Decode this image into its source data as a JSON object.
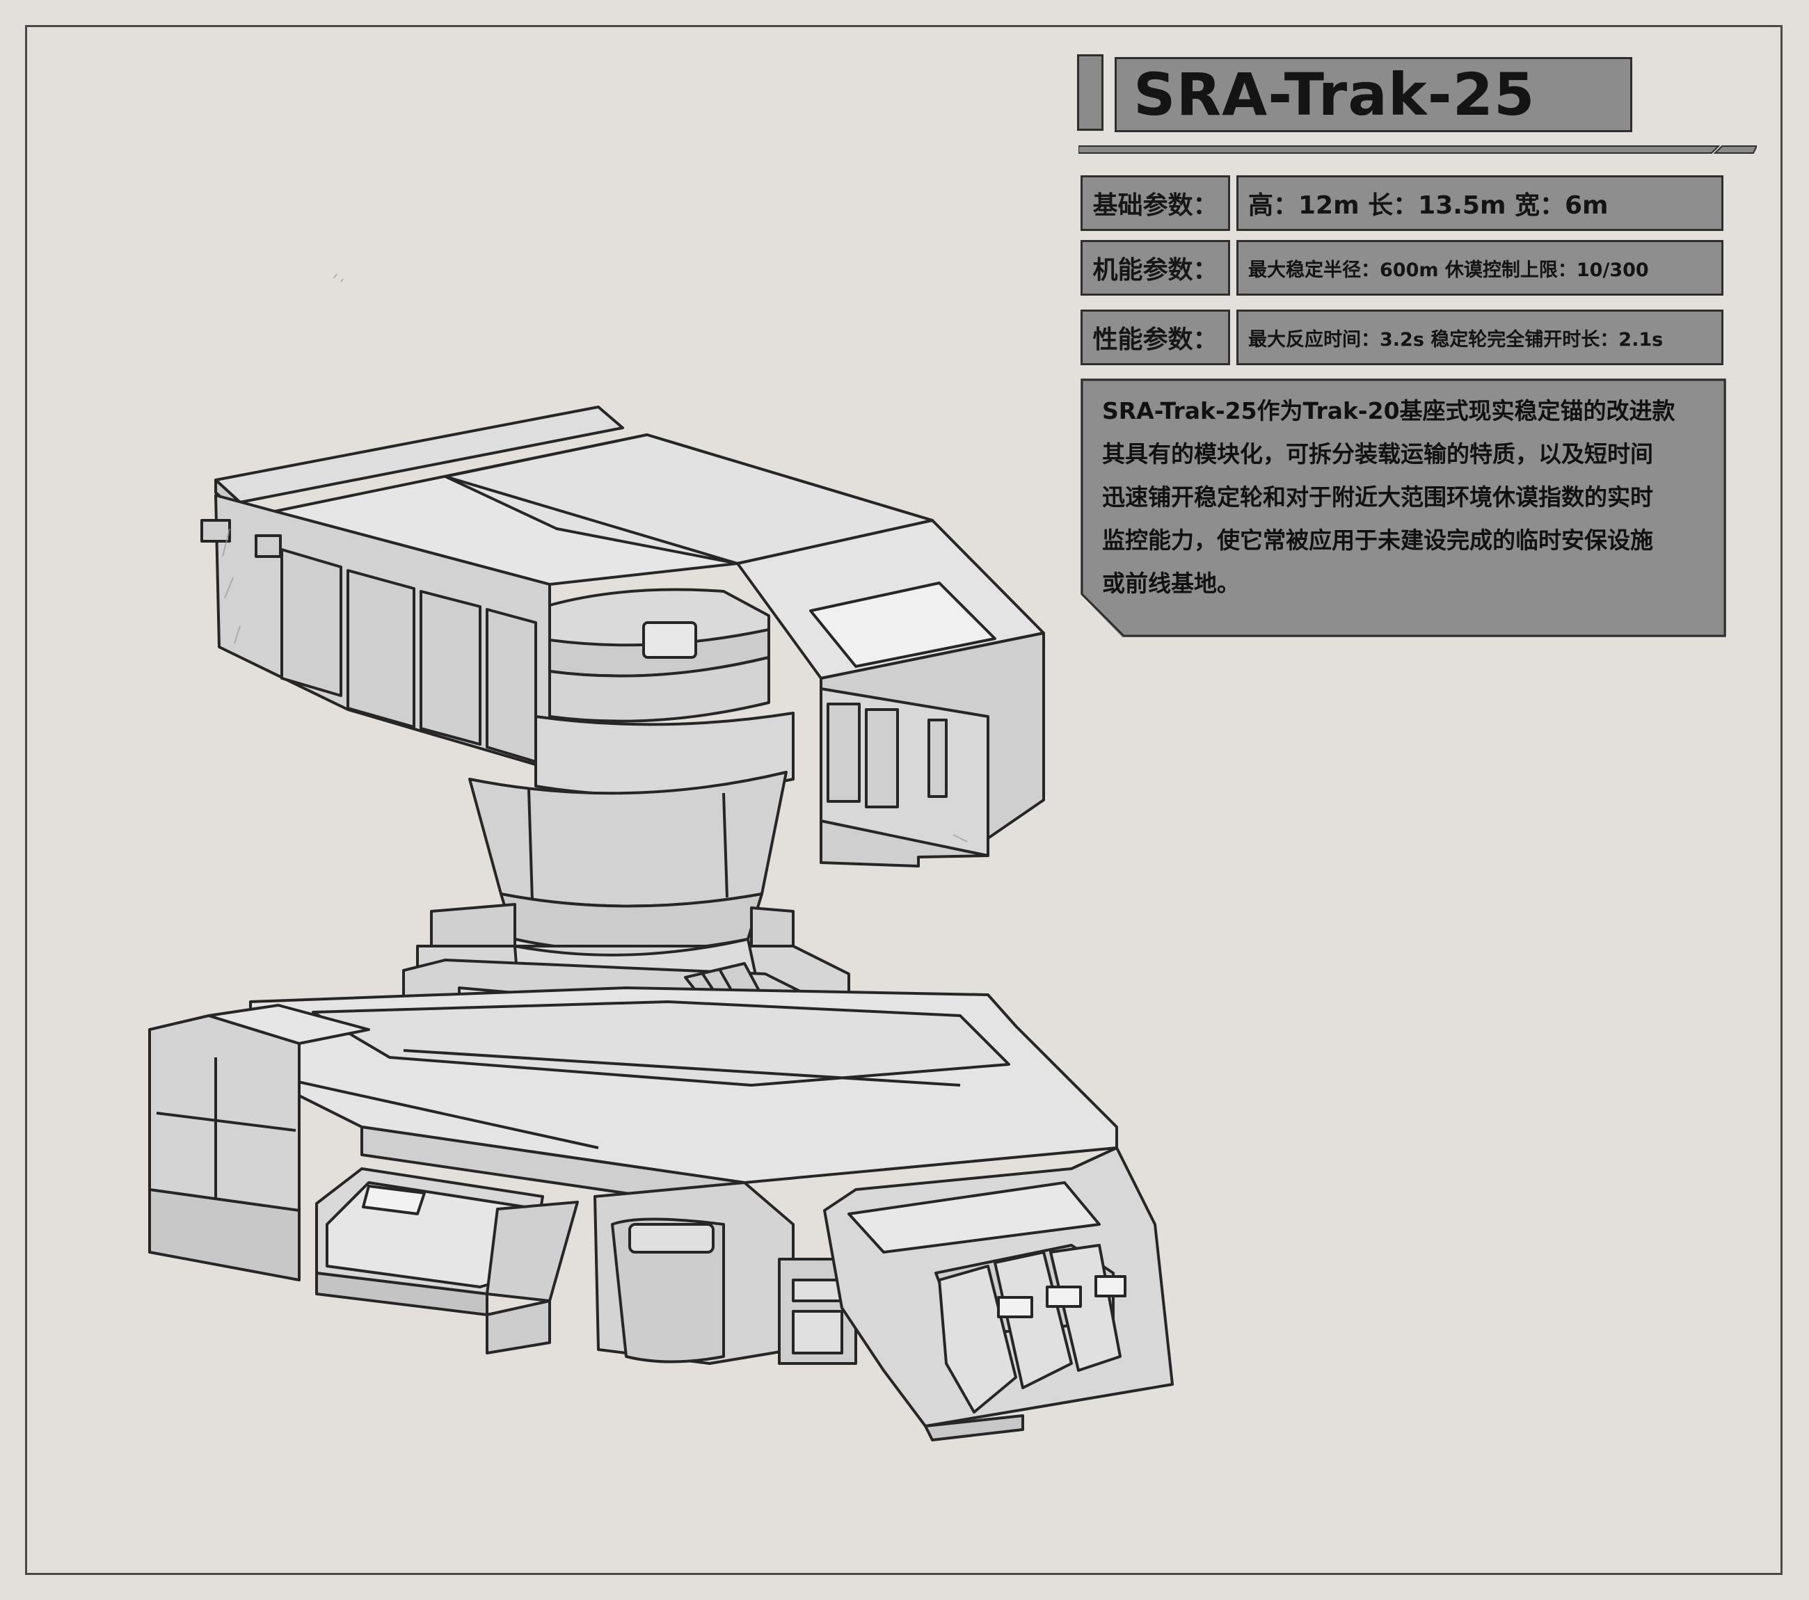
{
  "title": "SRA-Trak-25",
  "params": [
    {
      "label": "基础参数：",
      "value": "高：12m 长：13.5m 宽：6m"
    },
    {
      "label": "机能参数：",
      "value": "最大稳定半径：600m 休谟控制上限：10/300"
    },
    {
      "label": "性能参数：",
      "value": "最大反应时间：3.2s 稳定轮完全铺开时长：2.1s"
    }
  ],
  "description": "SRA-Trak-25作为Trak-20基座式现实稳定锚的改进款\n其具有的模块化，可拆分装载运输的特质，以及短时间\n迅速铺开稳定轮和对于附近大范围环境休谟指数的实时\n监控能力，使它常被应用于未建设完成的临时安保设施\n或前线基地。",
  "colors": {
    "background": "#e3e0dc",
    "panel": "#8e8e8e",
    "border": "#2e2e2e",
    "machine_fill": "#dcdcdc",
    "machine_line": "#262626"
  }
}
